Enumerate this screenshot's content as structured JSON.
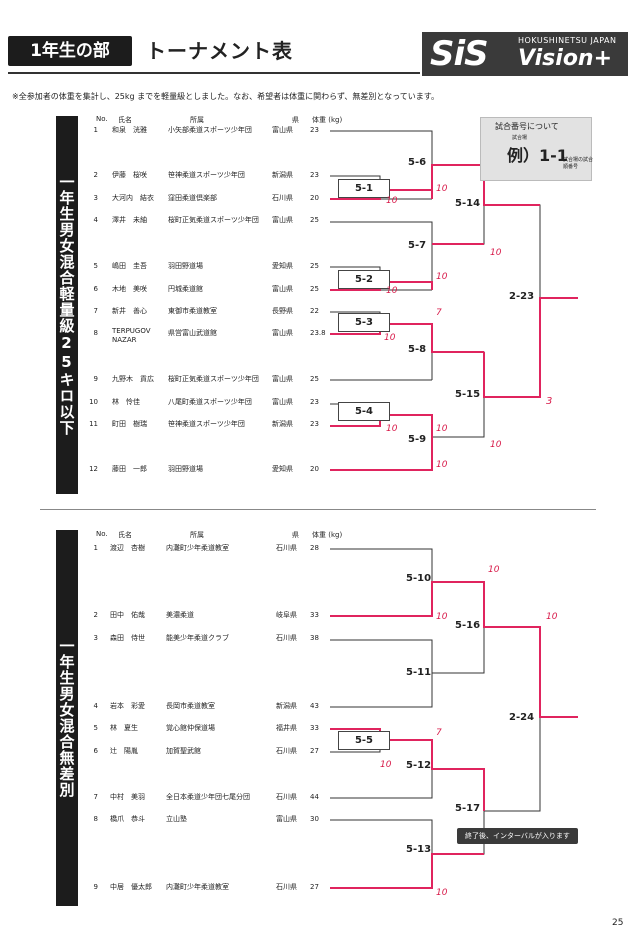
{
  "header": {
    "section_tab": "1年生の部",
    "title": "トーナメント表"
  },
  "logo": {
    "main": "SiS",
    "sub_line1": "HOKUSHINETSU JAPAN",
    "sub_line2": "Vision+"
  },
  "note": "※全参加者の体重を集計し、25kg までを軽量級としました。なお、希望者は体重に関わらず、無差別となっています。",
  "legend": {
    "title": "試合番号について",
    "small_top": "試合場",
    "example": "例）1-1",
    "small_bottom": "試合場の試合順番号"
  },
  "column_headers": {
    "no": "No.",
    "name": "氏名",
    "affiliation": "所属",
    "prefecture": "県",
    "weight": "体重 (kg)"
  },
  "division1": {
    "label": "一年生男女混合軽量級25キロ以下",
    "players": [
      {
        "no": "1",
        "name": "和泉　洸雅",
        "affiliation": "小矢部柔道スポーツ少年団",
        "pref": "富山県",
        "weight": "23"
      },
      {
        "no": "2",
        "name": "伊藤　桜咲",
        "affiliation": "笹神柔道スポーツ少年団",
        "pref": "新潟県",
        "weight": "23"
      },
      {
        "no": "3",
        "name": "大河内　結衣",
        "affiliation": "窪田柔道倶楽部",
        "pref": "石川県",
        "weight": "20"
      },
      {
        "no": "4",
        "name": "澤井　未紬",
        "affiliation": "桜町正気柔道スポーツ少年団",
        "pref": "富山県",
        "weight": "25"
      },
      {
        "no": "5",
        "name": "嶋田　圭吾",
        "affiliation": "羽田野道場",
        "pref": "愛知県",
        "weight": "25"
      },
      {
        "no": "6",
        "name": "木地　美咲",
        "affiliation": "円城柔道館",
        "pref": "富山県",
        "weight": "25"
      },
      {
        "no": "7",
        "name": "新井　善心",
        "affiliation": "東御市柔道教室",
        "pref": "長野県",
        "weight": "22"
      },
      {
        "no": "8",
        "name": "TERPUGOV NAZAR",
        "affiliation": "県営富山武道館",
        "pref": "富山県",
        "weight": "23.8"
      },
      {
        "no": "9",
        "name": "九野木　貢広",
        "affiliation": "桜町正気柔道スポーツ少年団",
        "pref": "富山県",
        "weight": "25"
      },
      {
        "no": "10",
        "name": "林　怜佳",
        "affiliation": "八尾町柔道スポーツ少年団",
        "pref": "富山県",
        "weight": "23"
      },
      {
        "no": "11",
        "name": "町田　樹瑞",
        "affiliation": "笹神柔道スポーツ少年団",
        "pref": "新潟県",
        "weight": "23"
      },
      {
        "no": "12",
        "name": "藤田　一郎",
        "affiliation": "羽田野道場",
        "pref": "愛知県",
        "weight": "20"
      }
    ],
    "matches": {
      "m5_1": "5-1",
      "m5_2": "5-2",
      "m5_3": "5-3",
      "m5_4": "5-4",
      "m5_6": "5-6",
      "m5_7": "5-7",
      "m5_8": "5-8",
      "m5_9": "5-9",
      "m5_14": "5-14",
      "m5_15": "5-15",
      "m2_23": "2-23"
    },
    "scores": {
      "s1": "10",
      "s2": "10",
      "s3": "10",
      "s4": "10",
      "s5": "10",
      "s6": "10",
      "s7": "7",
      "s8": "10",
      "s9": "10",
      "s10": "10",
      "s11": "10",
      "s12": "3"
    }
  },
  "division2": {
    "label": "一年生男女混合無差別",
    "players": [
      {
        "no": "1",
        "name": "渡辺　杏樹",
        "affiliation": "内灘町少年柔道教室",
        "pref": "石川県",
        "weight": "28"
      },
      {
        "no": "2",
        "name": "田中　佑哉",
        "affiliation": "美濃柔道",
        "pref": "岐阜県",
        "weight": "33"
      },
      {
        "no": "3",
        "name": "森田　侍世",
        "affiliation": "能美少年柔道クラブ",
        "pref": "石川県",
        "weight": "38"
      },
      {
        "no": "4",
        "name": "岩本　彩愛",
        "affiliation": "長岡市柔道教室",
        "pref": "新潟県",
        "weight": "43"
      },
      {
        "no": "5",
        "name": "林　夏生",
        "affiliation": "覚心館仲保道場",
        "pref": "福井県",
        "weight": "33"
      },
      {
        "no": "6",
        "name": "辻　陽胤",
        "affiliation": "加賀聖武館",
        "pref": "石川県",
        "weight": "27"
      },
      {
        "no": "7",
        "name": "中村　美羽",
        "affiliation": "全日本柔道少年団七尾分団",
        "pref": "石川県",
        "weight": "44"
      },
      {
        "no": "8",
        "name": "橋爪　恭斗",
        "affiliation": "立山塾",
        "pref": "富山県",
        "weight": "30"
      },
      {
        "no": "9",
        "name": "中居　優太郎",
        "affiliation": "内灘町少年柔道教室",
        "pref": "石川県",
        "weight": "27"
      }
    ],
    "matches": {
      "m5_5": "5-5",
      "m5_10": "5-10",
      "m5_11": "5-11",
      "m5_12": "5-12",
      "m5_13": "5-13",
      "m5_16": "5-16",
      "m5_17": "5-17",
      "m2_24": "2-24"
    },
    "scores": {
      "s1": "10",
      "s2": "10",
      "s3": "10",
      "s4": "7",
      "s5": "10",
      "s6": "10"
    },
    "interval_note": "終了後、インターバルが入ります"
  },
  "page_number": "25",
  "colors": {
    "dark": "#1c1c1c",
    "bracket_line": "#333333",
    "winner_line": "#e0245e",
    "handwriting": "#d81b4a"
  }
}
